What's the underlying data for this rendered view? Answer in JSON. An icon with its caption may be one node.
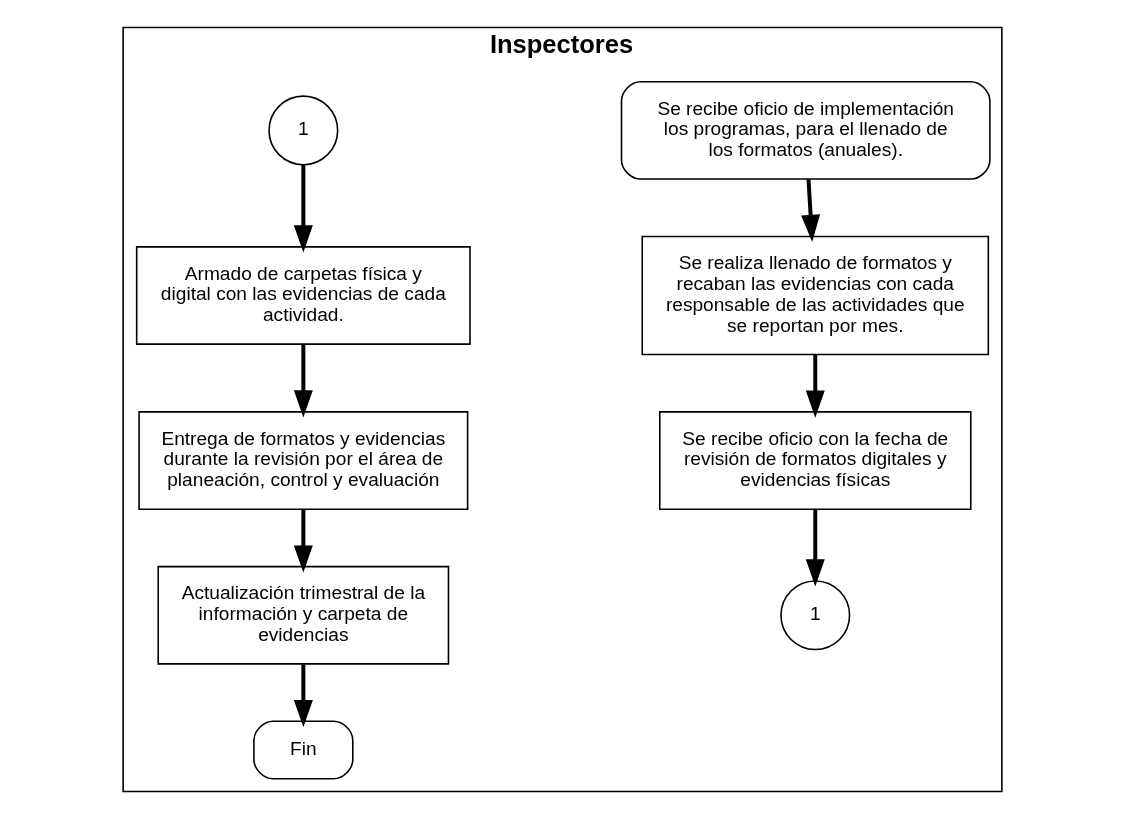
{
  "diagram": {
    "nodes": [
      {
        "text": [
          "Inspectores"
        ]
      },
      {
        "text": [
          "Se recibe oficio de implementación los programas, para el llenado de los formatos (anuales)."
        ],
        "in": 0
      },
      {
        "text": [
          "Se realiza llenado de formatos y recaban las evidencias con cada responsable de las actividades que se reportan por mes."
        ],
        "in": 0
      },
      {
        "text": [
          "Se recibe oficio con la fecha de revisión de formatos digitales y evidencias físicas"
        ],
        "in": 0
      },
      {
        "text": [
          "1"
        ],
        "in": 0
      },
      {
        "text": [
          "1"
        ],
        "in": 0
      },
      {
        "text": [
          "Armado de carpetas física y digital con las evidencias de cada actividad."
        ],
        "in": 0
      },
      {
        "text": [
          "Entrega de formatos y evidencias durante la revisión por el área de planeación, control y evaluación"
        ],
        "in": 0
      },
      {
        "text": [
          "Actualización trimestral de la información y carpeta de evidencias"
        ],
        "in": 0
      },
      {
        "text": [
          "Fin"
        ],
        "in": 0
      }
    ],
    "edges": [
      {
        "from": 1,
        "to": 2,
        "arrow": "to"
      },
      {
        "from": 2,
        "to": 3,
        "arrow": "to"
      },
      {
        "from": 3,
        "to": 4,
        "arrow": "to"
      },
      {
        "from": 5,
        "to": 6,
        "arrow": "to"
      },
      {
        "from": 6,
        "to": 7,
        "arrow": "to"
      },
      {
        "from": 7,
        "to": 8,
        "arrow": "to"
      },
      {
        "from": 8,
        "to": 9,
        "arrow": "to"
      }
    ]
  }
}
